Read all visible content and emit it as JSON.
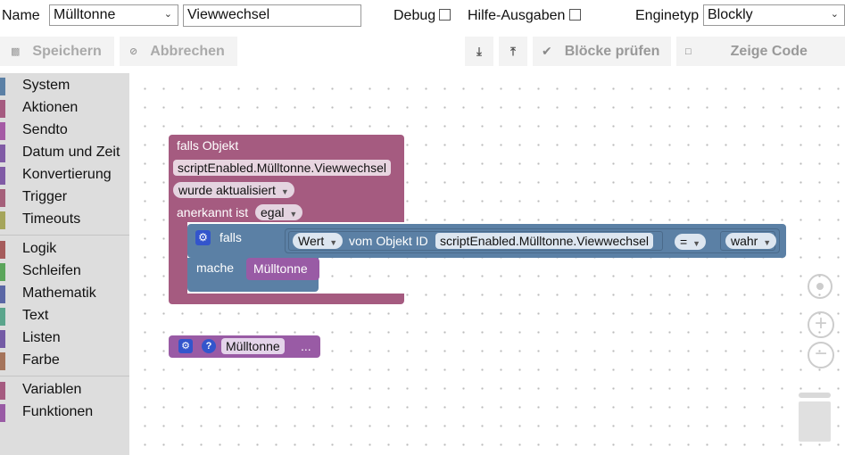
{
  "header": {
    "name_label": "Name",
    "name_select": "Mülltonne",
    "title_input": "Viewwechsel",
    "debug_label": "Debug",
    "hilfe_label": "Hilfe-Ausgaben",
    "engine_label": "Enginetyp",
    "engine_select": "Blockly"
  },
  "toolbar": {
    "save": "Speichern",
    "cancel": "Abbrechen",
    "check": "Blöcke prüfen",
    "code": "Zeige Code"
  },
  "sidebar": {
    "items": [
      {
        "label": "System",
        "color": "#5b80a5"
      },
      {
        "label": "Aktionen",
        "color": "#a55b80"
      },
      {
        "label": "Sendto",
        "color": "#a55ba5"
      },
      {
        "label": "Datum und Zeit",
        "color": "#805ba5"
      },
      {
        "label": "Konvertierung",
        "color": "#805ba5"
      },
      {
        "label": "Trigger",
        "color": "#a5607a"
      },
      {
        "label": "Timeouts",
        "color": "#a5a55b"
      },
      {
        "label": "Logik",
        "color": "#a55b5b"
      },
      {
        "label": "Schleifen",
        "color": "#5ba55b"
      },
      {
        "label": "Mathematik",
        "color": "#5b67a5"
      },
      {
        "label": "Text",
        "color": "#5ba58c"
      },
      {
        "label": "Listen",
        "color": "#745ba5"
      },
      {
        "label": "Farbe",
        "color": "#a5745b"
      },
      {
        "label": "Variablen",
        "color": "#a55b80"
      },
      {
        "label": "Funktionen",
        "color": "#995ba5"
      }
    ]
  },
  "blocks": {
    "trigger": {
      "header": "falls Objekt",
      "object_id": "scriptEnabled.Mülltonne.Viewwechsel",
      "event": "wurde aktualisiert",
      "ack_label": "anerkannt ist",
      "ack_value": "egal"
    },
    "if_block": {
      "falls": "falls",
      "mache": "mache",
      "get_prop": "Wert",
      "get_from": "vom Objekt ID",
      "get_object": "scriptEnabled.Mülltonne.Viewwechsel",
      "operator": "=",
      "bool": "wahr",
      "call": "Mülltonne"
    },
    "procedure": {
      "name": "Mülltonne",
      "more": "..."
    }
  }
}
